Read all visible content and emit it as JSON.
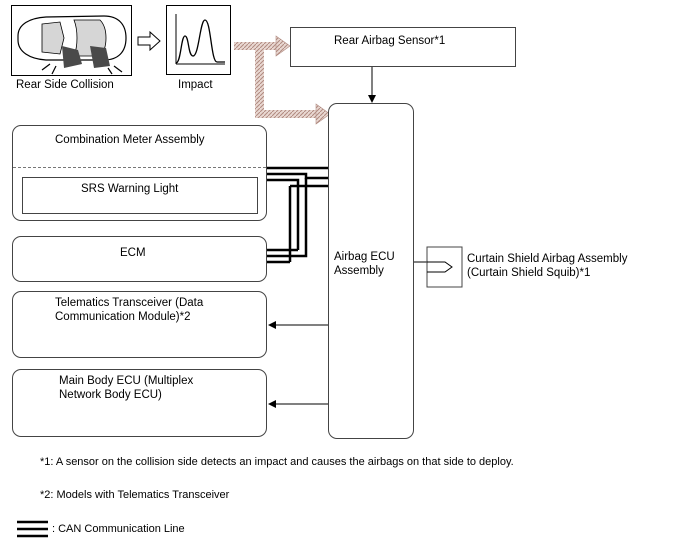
{
  "top": {
    "collision_label": "Rear Side Collision",
    "impact_label": "Impact"
  },
  "sensor": {
    "label": "Rear Airbag Sensor*1"
  },
  "airbag_ecu": {
    "label": "Airbag ECU\nAssembly"
  },
  "combination_meter": {
    "label": "Combination Meter Assembly",
    "warning_light": "SRS Warning Light"
  },
  "ecm": {
    "label": "ECM"
  },
  "telematics": {
    "label": "Telematics Transceiver (Data\nCommunication Module)*2"
  },
  "main_body": {
    "label": "Main Body ECU (Multiplex\nNetwork Body ECU)"
  },
  "curtain": {
    "label": "Curtain Shield Airbag Assembly\n(Curtain Shield Squib)*1"
  },
  "notes": {
    "note1": "*1: A sensor on the collision side detects an impact and causes the airbags on that side to deploy.",
    "note2": "*2: Models with Telematics Transceiver"
  },
  "legend": {
    "can_label": ": CAN Communication Line"
  },
  "colors": {
    "impact_arrow": "#c8a8a0",
    "line": "#000000",
    "box_border": "#444444"
  }
}
